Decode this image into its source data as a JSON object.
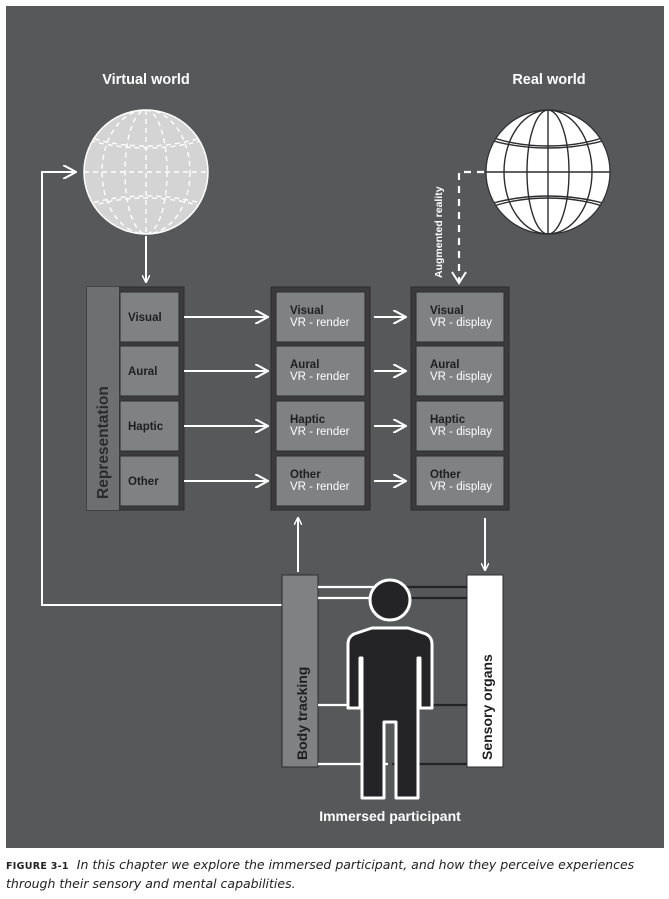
{
  "colors": {
    "background": "#57585a",
    "panel": "#3b3b3d",
    "cell": "#808183",
    "line": "#ffffff",
    "globe_virtual": "#d4d4d5",
    "figure_black": "#242325"
  },
  "labels": {
    "virtual_world": "Virtual world",
    "real_world": "Real world",
    "augmented_reality": "Augmented reality",
    "representation": "Representation",
    "body_tracking": "Body tracking",
    "sensory_organs": "Sensory organs",
    "immersed_participant": "Immersed participant"
  },
  "representation": [
    {
      "label": "Visual"
    },
    {
      "label": "Aural"
    },
    {
      "label": "Haptic"
    },
    {
      "label": "Other"
    }
  ],
  "render": [
    {
      "title": "Visual",
      "sub": "VR - render"
    },
    {
      "title": "Aural",
      "sub": "VR - render"
    },
    {
      "title": "Haptic",
      "sub": "VR - render"
    },
    {
      "title": "Other",
      "sub": "VR - render"
    }
  ],
  "display": [
    {
      "title": "Visual",
      "sub": "VR - display"
    },
    {
      "title": "Aural",
      "sub": "VR - display"
    },
    {
      "title": "Haptic",
      "sub": "VR - display"
    },
    {
      "title": "Other",
      "sub": "VR - display"
    }
  ],
  "caption": {
    "label": "FIGURE 3-1",
    "text": "In this chapter we explore the immersed participant, and how they perceive experiences through their sensory and mental capabilities."
  }
}
